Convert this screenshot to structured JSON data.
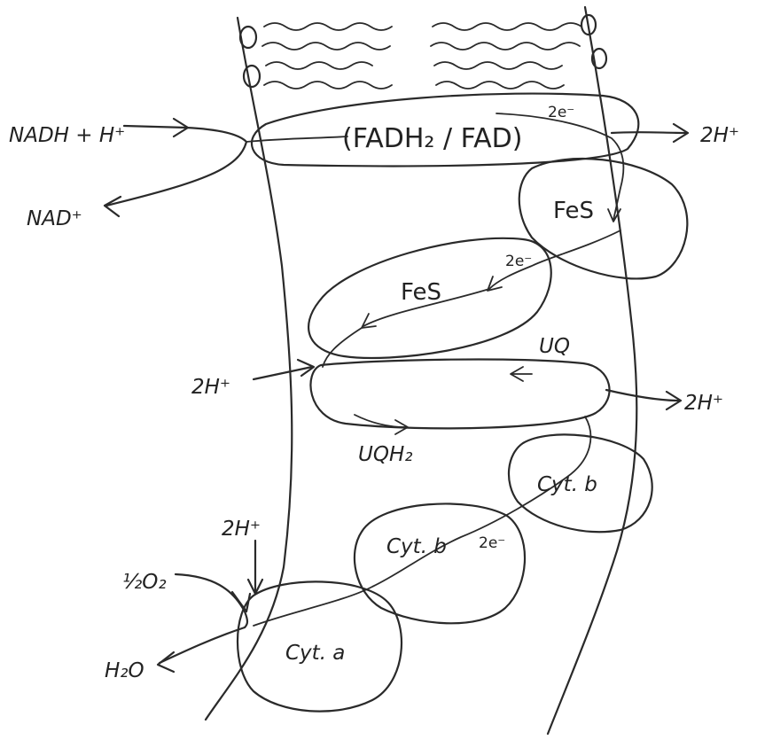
{
  "labels": {
    "nadh_in": "NADH + H⁺",
    "nad_out": "NAD⁺",
    "fadh2_fad": "(FADH₂ / FAD)",
    "e2_top": "2e⁻",
    "h_out_top": "2H⁺",
    "fes_right": "FeS",
    "e2_mid": "2e⁻",
    "fes_left": "FeS",
    "uq": "UQ",
    "h_in_left": "2H⁺",
    "h_out_right": "2H⁺",
    "uqh2": "UQH₂",
    "cyt_b_upper": "Cyt. b",
    "cyt_b_lower": "Cyt. b",
    "e2_lower": "2e⁻",
    "h_in_bottom": "2H⁺",
    "half_o2": "½O₂",
    "h2o": "H₂O",
    "cyt_a": "Cyt. a"
  },
  "colors": {
    "ink": "#2a2a2a",
    "paper": "#ffffff"
  }
}
